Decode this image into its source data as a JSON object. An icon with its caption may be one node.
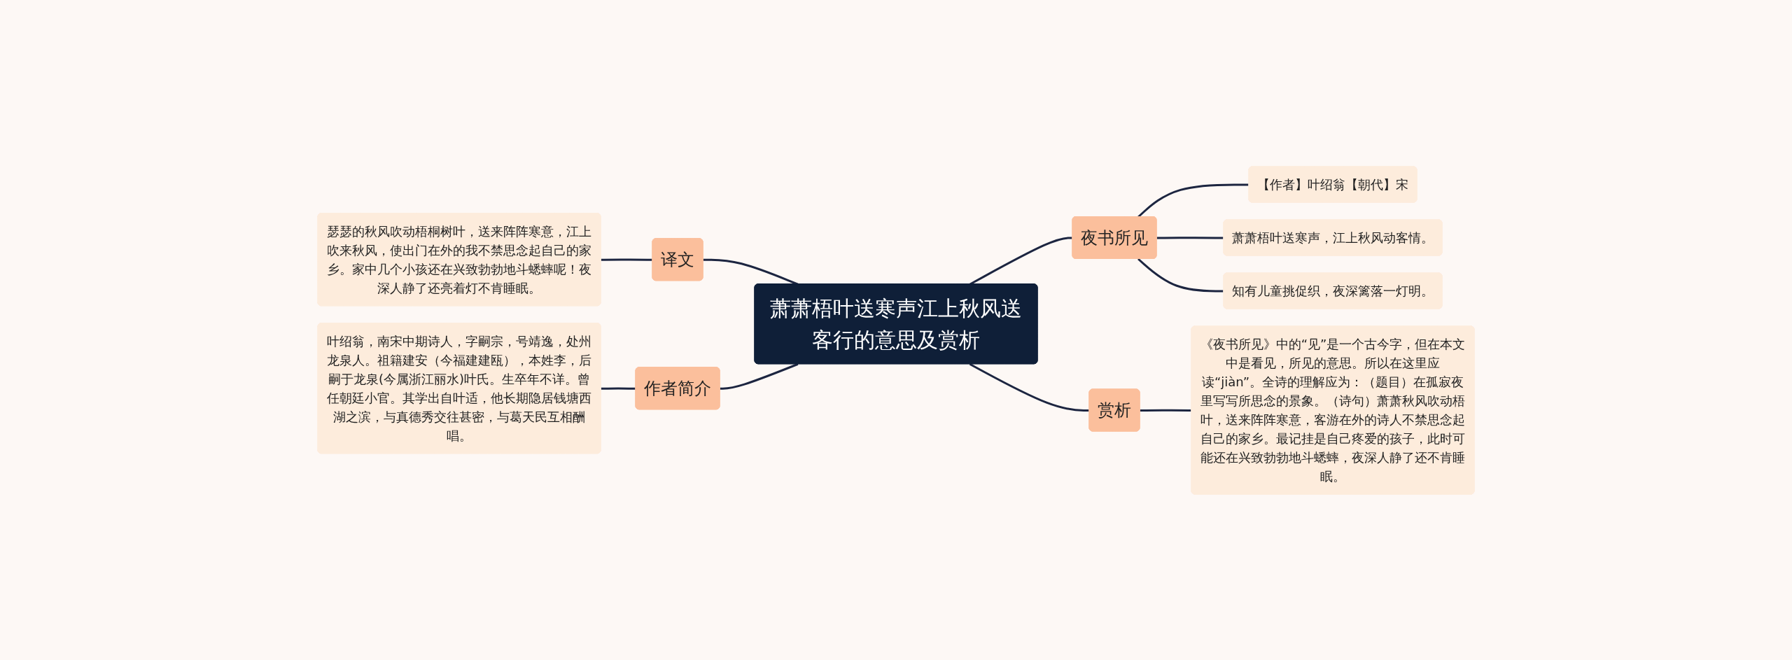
{
  "diagram": {
    "nodes": [
      {
        "text": [
          "萧萧梧叶送寒声江上秋风送客行的意思及赏析"
        ]
      },
      {
        "text": [
          "译文"
        ]
      },
      {
        "text": [
          "瑟瑟的秋风吹动梧桐树叶，送来阵阵寒意，江上吹来秋风，使出门在外的我不禁思念起自己的家乡。家中几个小孩还在兴致勃勃地斗蟋蟀呢！夜深人静了还亮着灯不肯睡眠。"
        ]
      },
      {
        "text": [
          "作者简介"
        ]
      },
      {
        "text": [
          "叶绍翁，南宋中期诗人，字嗣宗，号靖逸，处州龙泉人。祖籍建安（今福建建瓯），本姓李，后嗣于龙泉(今属浙江丽水)叶氏。生卒年不详。曾任朝廷小官。其学出自叶适，他长期隐居钱塘西湖之滨，与真德秀交往甚密，与葛天民互相酬唱。"
        ]
      },
      {
        "text": [
          "夜书所见"
        ]
      },
      {
        "text": [
          "【作者】叶绍翁【朝代】宋"
        ]
      },
      {
        "text": [
          "萧萧梧叶送寒声，江上秋风动客情。"
        ]
      },
      {
        "text": [
          "知有儿童挑促织，夜深篱落一灯明。"
        ]
      },
      {
        "text": [
          "赏析"
        ]
      },
      {
        "text": [
          "《夜书所见》中的“见”是一个古今字，但在本文中是看见，所见的意思。所以在这里应读“jiàn”。全诗的理解应为：（题目）在孤寂夜里写写所思念的景象。（诗句）萧萧秋风吹动梧叶，送来阵阵寒意，客游在外的诗人不禁思念起自己的家乡。最记挂是自己疼爱的孩子，此时可能还在兴致勃勃地斗蟋蟀，夜深人静了还不肯睡眠。"
        ]
      }
    ],
    "edges": [
      {
        "from": 2,
        "to": 1,
        "arrow": "none"
      },
      {
        "from": 1,
        "to": 0,
        "arrow": "none"
      },
      {
        "from": 4,
        "to": 3,
        "arrow": "none"
      },
      {
        "from": 3,
        "to": 0,
        "arrow": "none"
      },
      {
        "from": 0,
        "to": 5,
        "arrow": "none"
      },
      {
        "from": 5,
        "to": 6,
        "arrow": "none"
      },
      {
        "from": 5,
        "to": 7,
        "arrow": "none"
      },
      {
        "from": 5,
        "to": 8,
        "arrow": "none"
      },
      {
        "from": 0,
        "to": 9,
        "arrow": "none"
      },
      {
        "from": 9,
        "to": 10,
        "arrow": "none"
      }
    ]
  }
}
